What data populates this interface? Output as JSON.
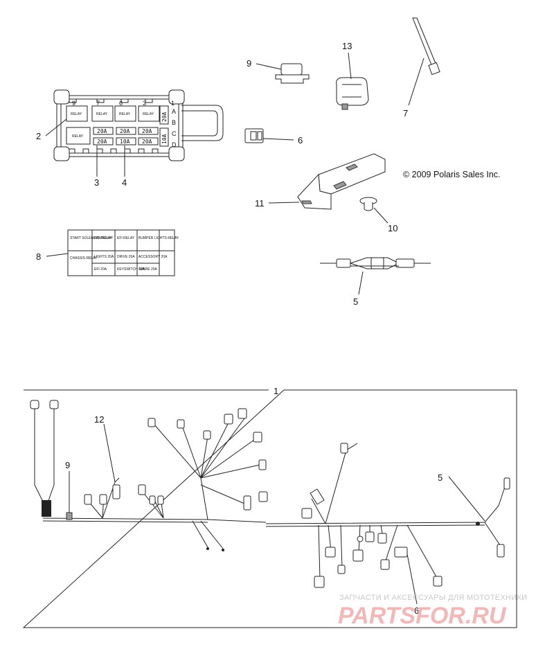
{
  "callouts": {
    "c1": "1",
    "c2": "2",
    "c3": "3",
    "c4": "4",
    "c5a": "5",
    "c5b": "5",
    "c6a": "6",
    "c6b": "6",
    "c7": "7",
    "c8": "8",
    "c9a": "9",
    "c9b": "9",
    "c10": "10",
    "c11": "11",
    "c12": "12",
    "c13": "13"
  },
  "copyright": "© 2009 Polaris Sales Inc.",
  "fuse_box": {
    "top_numbers": [
      "9",
      "7",
      "6",
      "3",
      "1"
    ],
    "row_letters": [
      "A",
      "B",
      "C",
      "D"
    ],
    "relays": [
      "RELAY",
      "RELAY",
      "RELAY",
      "RELAY",
      "RELAY"
    ],
    "fuses": [
      "20A",
      "20A",
      "20A",
      "20A",
      "10A",
      "20A"
    ],
    "side_fuses": [
      "20A",
      "10A"
    ]
  },
  "label_decal": {
    "cells": [
      [
        "START SOLENOID RELAY",
        "FAN RELAY",
        "EFI RELAY",
        "BUMPER LIGHTS RELAY"
      ],
      [
        "CHASSIS RELAY",
        "LIGHTS 20A",
        "DRIVE 20A",
        "ACCESSORY 20A"
      ],
      [
        "",
        "EFI 20A",
        "KEYSWITCH 10A",
        "SPARE 20A"
      ]
    ]
  },
  "watermark": {
    "line1": "ЗАПЧАСТИ И АКСЕССУАРЫ ДЛЯ МОТОТЕХНИКИ",
    "line2": "PARTSFOR.RU"
  },
  "colors": {
    "line": "#222222",
    "watermark_red": "#f2b8b8",
    "watermark_gray": "#c9c9c9"
  }
}
